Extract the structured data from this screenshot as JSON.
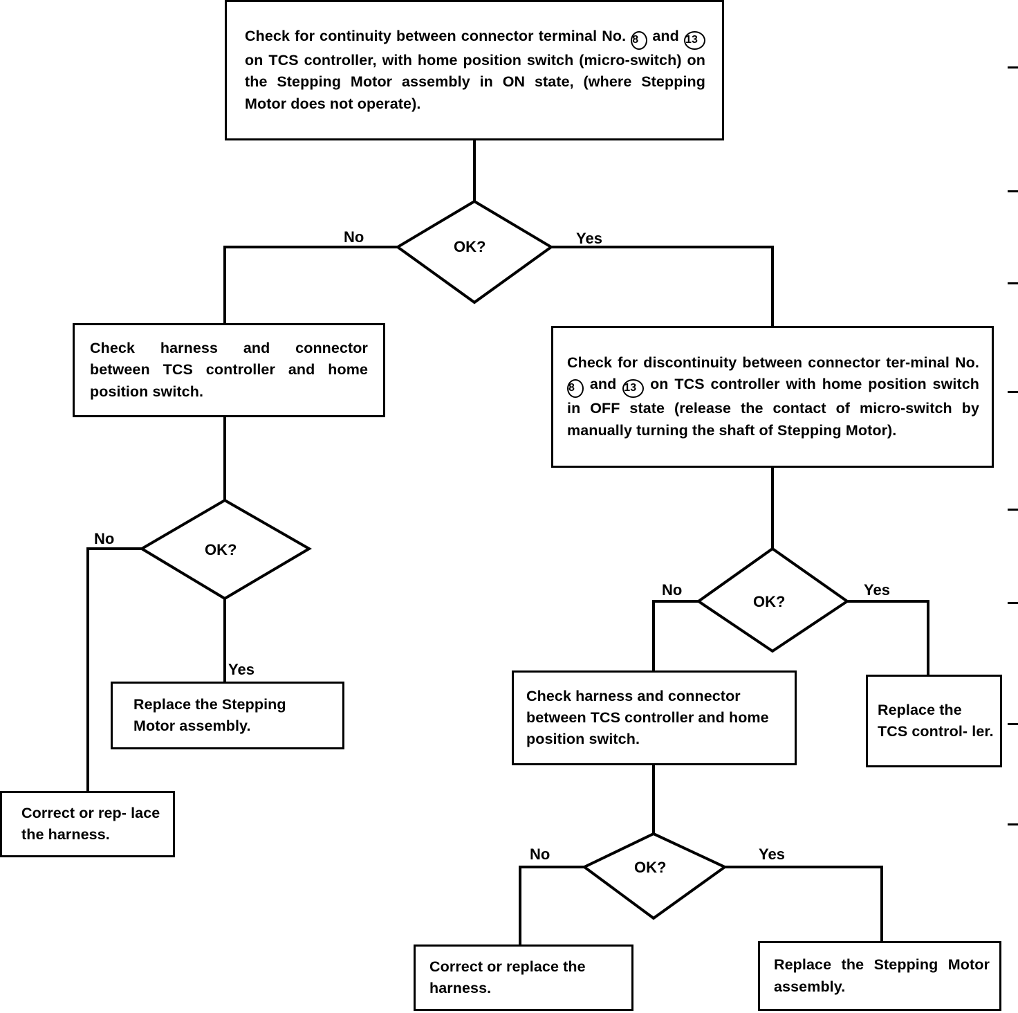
{
  "diagram": {
    "type": "troubleshooting-flowchart",
    "title": "TCS Stepping Motor home position switch continuity check",
    "decision_label": "OK?",
    "branch_yes": "Yes",
    "branch_no": "No",
    "line_color": "#000000",
    "background_color": "#ffffff"
  },
  "nodes": {
    "start_check": {
      "id": "start-check",
      "kind": "process",
      "text_parts": {
        "p1": "Check for continuity between connector terminal No.",
        "circled_1": "8",
        "p2": "and",
        "circled_2": "13",
        "p3": "on TCS controller, with home position switch (micro-switch) on the Stepping Motor assembly in ON state, (where Stepping Motor does not operate)."
      },
      "text_plain": "Check for continuity between connector terminal No. (8) and (13) on TCS controller, with home position switch (micro-switch) on the Stepping Motor assembly in ON state, (where Stepping Motor does not operate)."
    },
    "decision_1": {
      "id": "decision-1",
      "kind": "decision",
      "text": "OK?",
      "no_label": "No",
      "yes_label": "Yes"
    },
    "left_check_harness": {
      "id": "left-check-harness",
      "kind": "process",
      "text": "Check harness and connector between TCS controller and home position switch."
    },
    "decision_2_left": {
      "id": "decision-2-left",
      "kind": "decision",
      "text": "OK?",
      "no_label": "No",
      "yes_label": "Yes"
    },
    "replace_stepping_motor_left": {
      "id": "replace-stepping-motor-left",
      "kind": "process",
      "text": "Replace the Stepping Motor assembly."
    },
    "correct_replace_harness_left": {
      "id": "correct-replace-harness-left",
      "kind": "process",
      "text": "Correct or rep- lace the harness."
    },
    "right_check_discontinuity": {
      "id": "right-check-discontinuity",
      "kind": "process",
      "text_parts": {
        "p1": "Check for discontinuity between connector ter-minal No.",
        "circled_1": "8",
        "p2": "and",
        "circled_2": "13",
        "p3": "on TCS controller with home position switch in OFF state (release the contact of micro-switch by manually turning the shaft of Stepping Motor)."
      },
      "text_plain": "Check for discontinuity between connector terminal No. (8) and (13) on TCS controller with home position switch in OFF state (release the contact of micro-switch by manually turning the shaft of Stepping Motor)."
    },
    "decision_2_right": {
      "id": "decision-2-right",
      "kind": "decision",
      "text": "OK?",
      "no_label": "No",
      "yes_label": "Yes"
    },
    "right_check_harness": {
      "id": "right-check-harness",
      "kind": "process",
      "text": "Check harness and connector between TCS controller and home position switch."
    },
    "replace_tcs_controller": {
      "id": "replace-tcs-controller",
      "kind": "process",
      "text": "Replace the TCS control- ler."
    },
    "decision_3_right": {
      "id": "decision-3-right",
      "kind": "decision",
      "text": "OK?",
      "no_label": "No",
      "yes_label": "Yes"
    },
    "correct_replace_harness_bottom": {
      "id": "correct-replace-harness-bottom",
      "kind": "process",
      "text": "Correct or replace the harness."
    },
    "replace_stepping_motor_bottom": {
      "id": "replace-stepping-motor-bottom",
      "kind": "process",
      "text": "Replace the Stepping Motor assembly."
    }
  }
}
